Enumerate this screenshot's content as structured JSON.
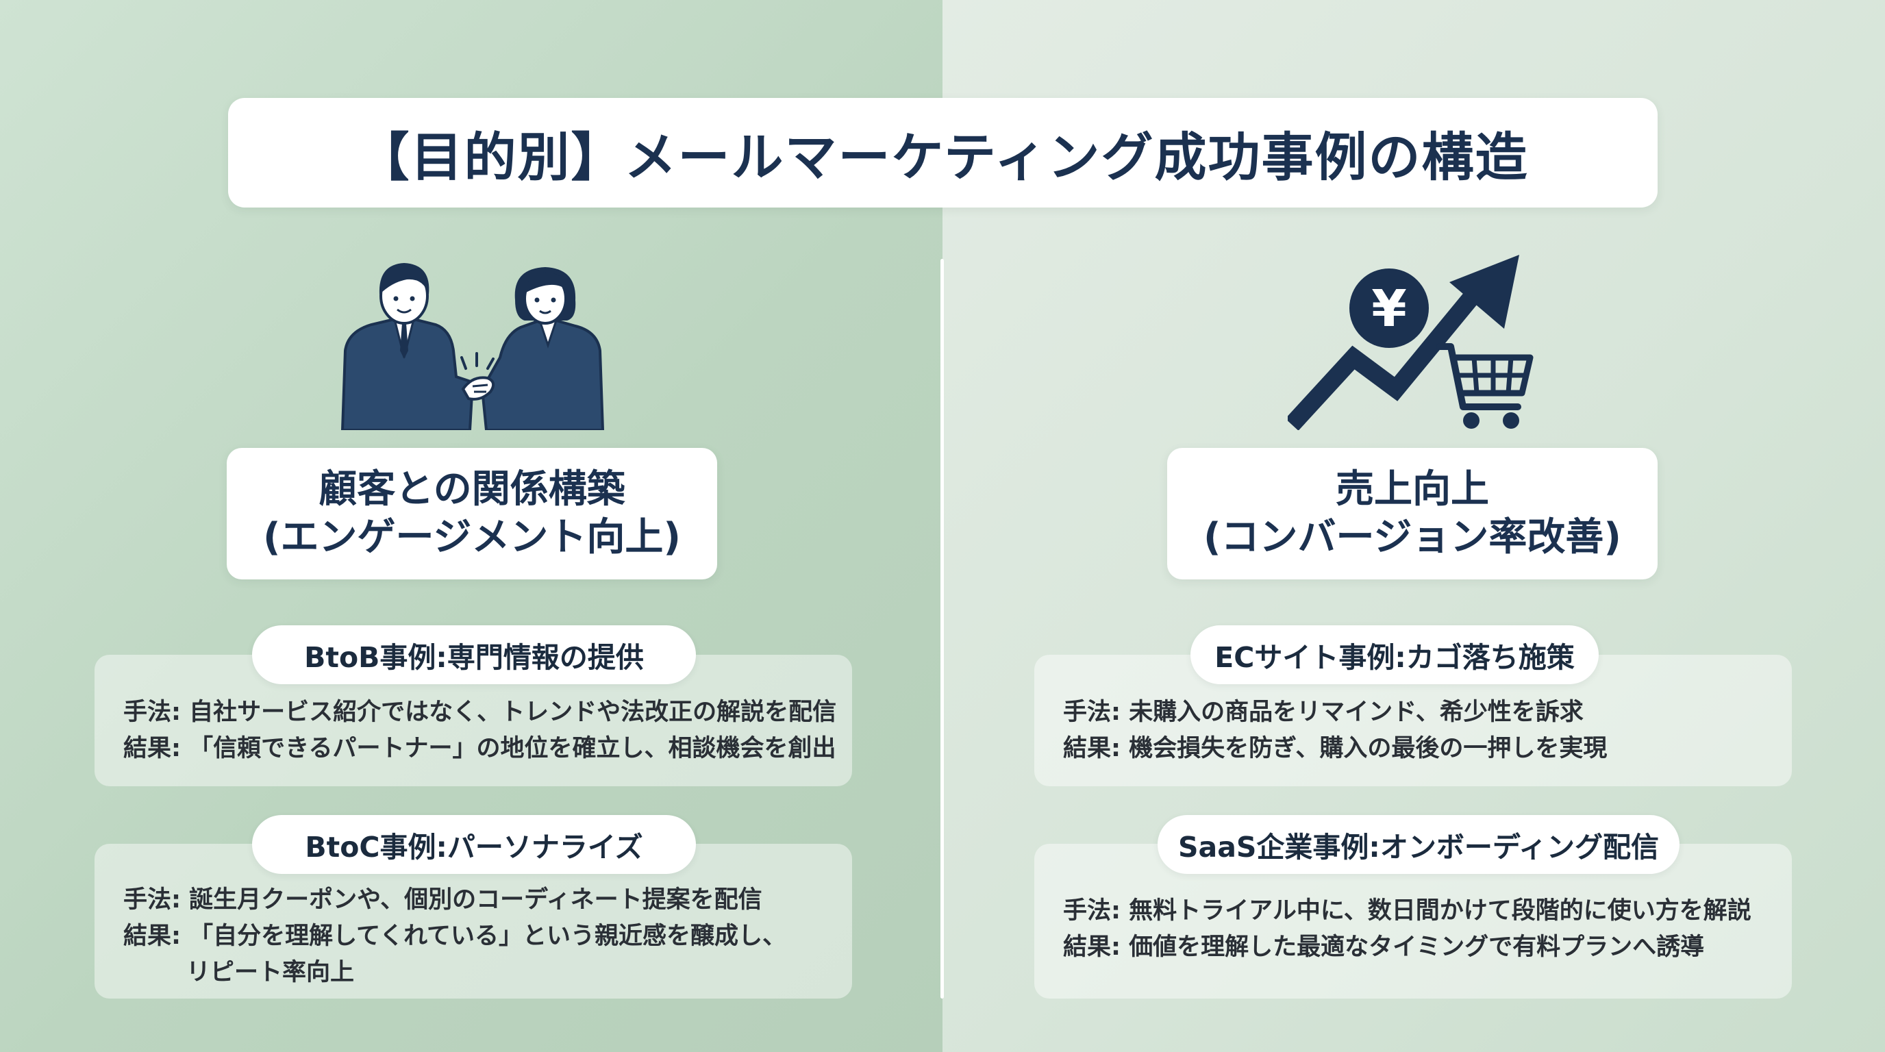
{
  "title": "【目的別】メールマーケティング成功事例の構造",
  "colors": {
    "navy": "#1b3150",
    "left_bg": "#bcd5c0",
    "right_bg": "#d7e5d9",
    "card_bg": "#ffffff"
  },
  "left": {
    "illustration": "handshake-people-icon",
    "heading_line1": "顧客との関係構築",
    "heading_line2": "(エンゲージメント向上)",
    "cases": [
      {
        "title": "BtoB事例:専門情報の提供",
        "method": "手法: 自社サービス紹介ではなく、トレンドや法改正の解説を配信",
        "result": "結果: 「信頼できるパートナー」の地位を確立し、相談機会を創出"
      },
      {
        "title": "BtoC事例:パーソナライズ",
        "method": "手法: 誕生月クーポンや、個別のコーディネート提案を配信",
        "result": "結果: 「自分を理解してくれている」という親近感を醸成し、",
        "result_cont": "リピート率向上"
      }
    ]
  },
  "right": {
    "illustration": "yen-growth-cart-icon",
    "heading_line1": "売上向上",
    "heading_line2": "(コンバージョン率改善)",
    "cases": [
      {
        "title": "ECサイト事例:カゴ落ち施策",
        "method": "手法: 未購入の商品をリマインド、希少性を訴求",
        "result": "結果: 機会損失を防ぎ、購入の最後の一押しを実現"
      },
      {
        "title": "SaaS企業事例:オンボーディング配信",
        "method": "手法: 無料トライアル中に、数日間かけて段階的に使い方を解説",
        "result": "結果: 価値を理解した最適なタイミングで有料プランへ誘導"
      }
    ]
  }
}
